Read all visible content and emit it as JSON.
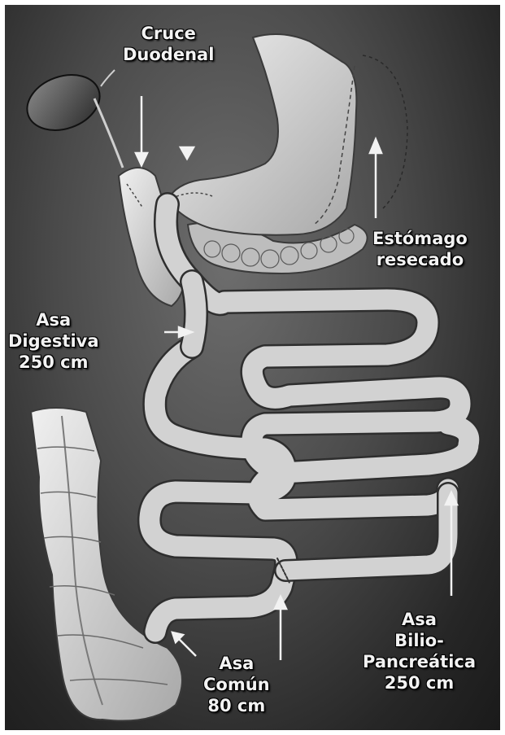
{
  "labels": {
    "duodenal_switch": [
      "Cruce",
      "Duodenal"
    ],
    "resected_stomach": [
      "Estómago",
      "resecado"
    ],
    "digestive_loop": [
      "Asa",
      "Digestiva",
      "250 cm"
    ],
    "common_loop": [
      "Asa",
      "Común",
      "80 cm"
    ],
    "biliopancreatic_loop": [
      "Asa",
      "Bilio-",
      "Pancreática",
      "250 cm"
    ]
  },
  "colors": {
    "background_dark": "#1a1a1a",
    "organ_fill": "#d9d9d9",
    "organ_outline": "#3a3a3a",
    "label_text": "#f2f2f2"
  }
}
